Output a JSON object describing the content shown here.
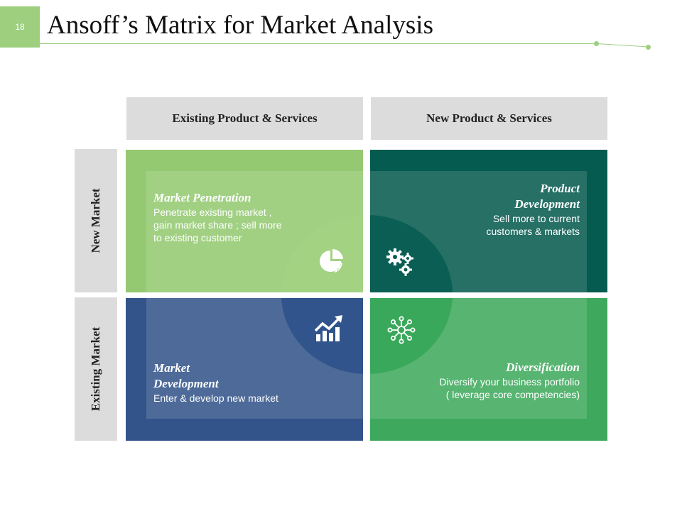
{
  "slide": {
    "number": "18",
    "title": "Ansoff’s Matrix for Market Analysis",
    "accent": "#9dcf7e"
  },
  "columns": [
    {
      "label": "Existing Product & Services"
    },
    {
      "label": "New Product & Services"
    }
  ],
  "rows": [
    {
      "label": "New Market"
    },
    {
      "label": "Existing  Market"
    }
  ],
  "quadrants": {
    "market_penetration": {
      "title": "Market Penetration",
      "description": "Penetrate existing market ,\ngain market share ; sell more\nto existing customer",
      "icon": "pie-chart-icon",
      "color": "#94c971"
    },
    "product_development": {
      "title": "Product\nDevelopment",
      "description": "Sell more to current\ncustomers & markets",
      "icon": "gears-icon",
      "color": "#065b50"
    },
    "market_development": {
      "title": "Market\nDevelopment",
      "description": "Enter & develop new market",
      "icon": "growth-chart-icon",
      "color": "#33548a"
    },
    "diversification": {
      "title": "Diversification",
      "description": "Diversify your business portfolio\n( leverage core competencies)",
      "icon": "network-icon",
      "color": "#3ea95c"
    }
  }
}
